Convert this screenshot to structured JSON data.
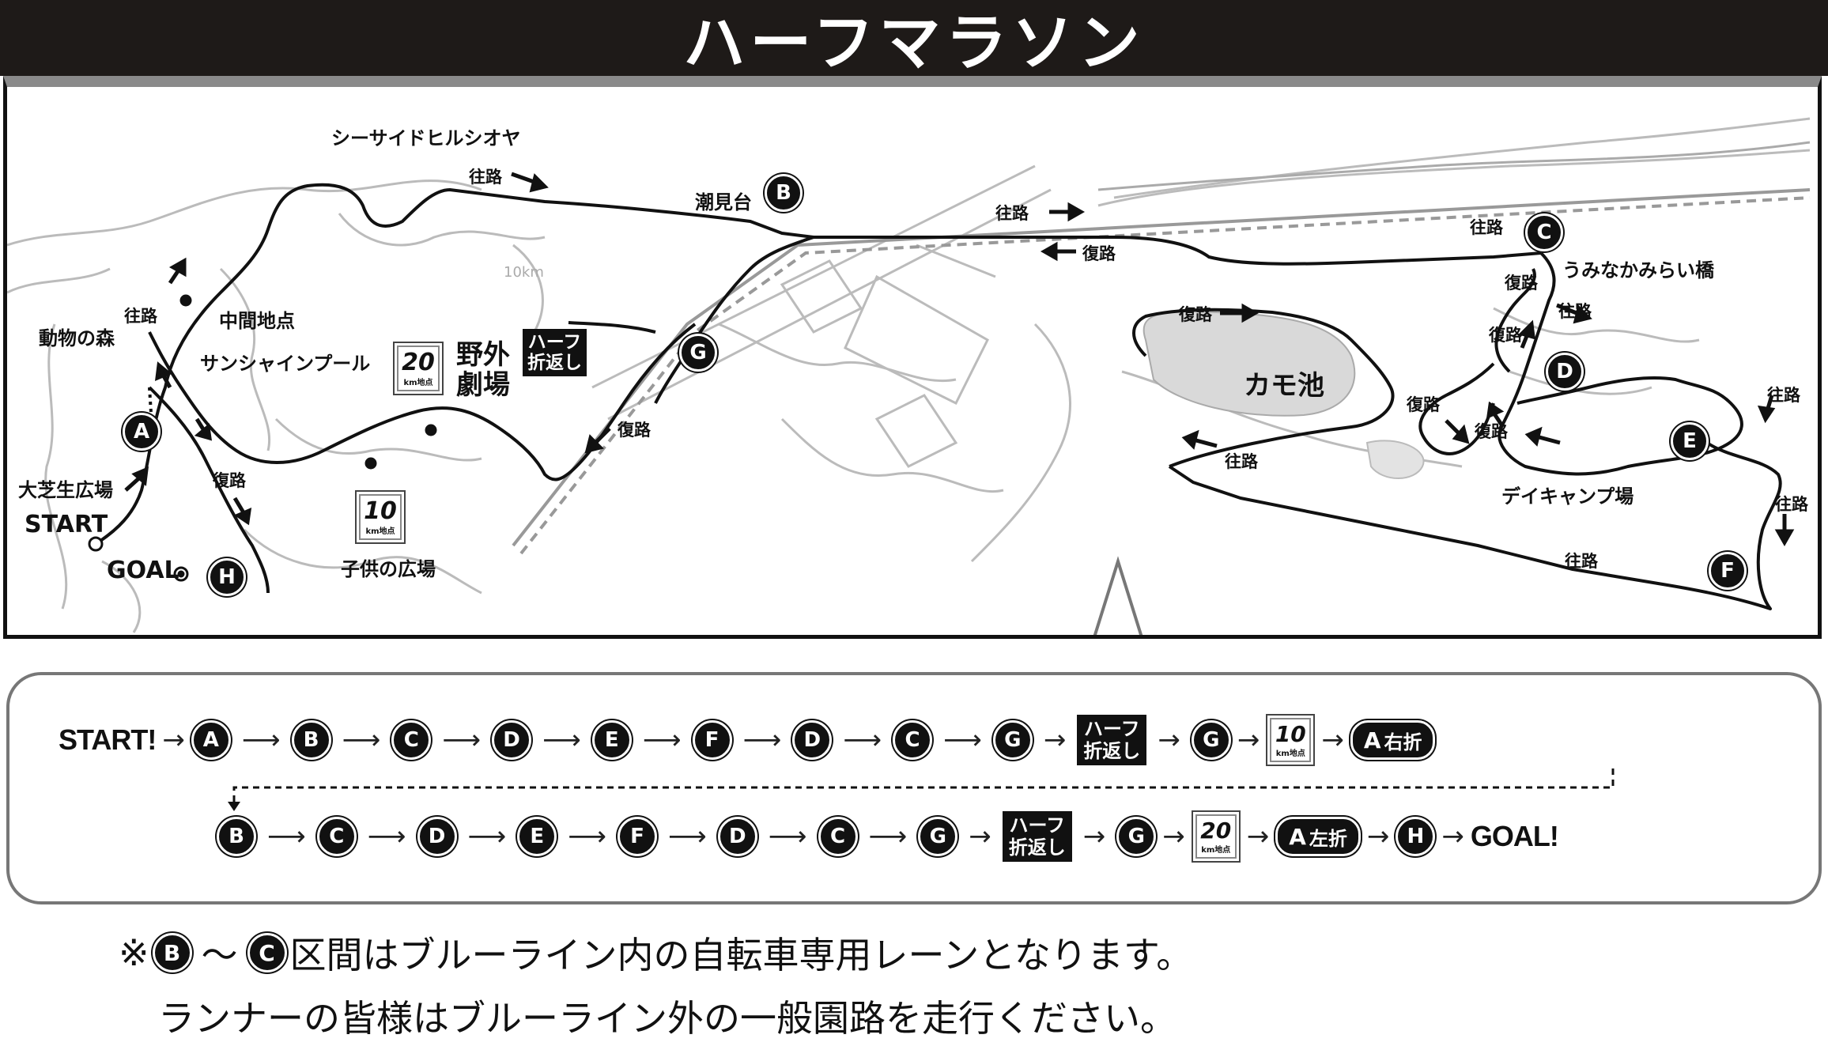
{
  "title": "ハーフマラソン",
  "map": {
    "places": {
      "seaside": "シーサイドヒルシオヤ",
      "shiomidai": "潮見台",
      "bridge": "うみなかみらい橋",
      "zoo": "動物の森",
      "midpoint": "中間地点",
      "pool": "サンシャインプール",
      "theater": "野外\n劇場",
      "theater_l1": "野外",
      "theater_l2": "劇場",
      "shibafu": "大芝生広場",
      "kids": "子供の広場",
      "kamo": "カモ池",
      "daycamp": "デイキャンプ場",
      "tenkm_faint": "10km",
      "start": "START",
      "goal": "GOAL"
    },
    "dir": {
      "out": "往路",
      "back": "復路"
    },
    "half_turn": [
      "ハーフ",
      "折返し"
    ],
    "km10": {
      "num": "10",
      "unit": "km地点"
    },
    "km20": {
      "num": "20",
      "unit": "km地点"
    },
    "checkpoints": [
      "A",
      "B",
      "C",
      "D",
      "E",
      "F",
      "G",
      "H"
    ]
  },
  "sequence": {
    "start": "START!",
    "goal": "GOAL!",
    "right_turn": "右折",
    "left_turn": "左折",
    "row1": [
      "A",
      "B",
      "C",
      "D",
      "E",
      "F",
      "D",
      "C",
      "G"
    ],
    "row2": [
      "B",
      "C",
      "D",
      "E",
      "F",
      "D",
      "C",
      "G"
    ]
  },
  "notes": {
    "line1_prefix": "※",
    "line1_from": "B",
    "line1_tilde": "〜",
    "line1_to": "C",
    "line1_text": "区間はブルーライン内の自転車専用レーンとなります。",
    "line2": "ランナーの皆様はブルーライン外の一般園路を走行ください。"
  }
}
